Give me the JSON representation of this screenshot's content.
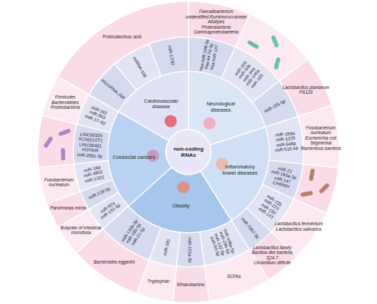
{
  "diagram": {
    "nodes": [
      {
        "text": [
          "non-coding RNAs"
        ]
      },
      {
        "text": [
          "Neurological diseases"
        ]
      },
      {
        "text": [
          "hsa-miR-186-3p",
          "hsa-let-7d-3p",
          "hsa-miR-107"
        ]
      },
      {
        "text": [
          "Faecalibacterium",
          "unidentified Ruminococcaceae",
          "Alistipes",
          "Proteobacteria",
          "Gammaproteobacteria"
        ]
      },
      {
        "text": [
          "miR-204",
          "miR-30b",
          "miR-34a",
          "miR-146a",
          "miR-155"
        ]
      },
      {
        "text": [
          "miR-155-5p"
        ]
      },
      {
        "text": [
          "Lactobacillus plantarum PS128"
        ]
      },
      {
        "text": [
          "Inflammatory bowel diseases"
        ]
      },
      {
        "text": [
          "miR-199a",
          "miR-1226",
          "miR-548a",
          "miR-515-5p"
        ]
      },
      {
        "text": [
          "Fusobacterium nucleatum",
          "Escherichia coli",
          "Segmental filamentous bacteria"
        ]
      },
      {
        "text": [
          "miR-21",
          "miR-193a-3p",
          "miR-147",
          "CARINH"
        ]
      },
      {
        "text": [
          "miR-155",
          "miR-223",
          "miR-150",
          "miR-143"
        ]
      },
      {
        "text": [
          "Lactobacillus fermentum",
          "Lactobacillus salivarius"
        ]
      },
      {
        "text": [
          "miR-7267-3p"
        ]
      },
      {
        "text": [
          "Lactobacillus family",
          "Bacillus-like bacteria S24-7",
          "Clostridium difficile"
        ]
      },
      {
        "text": [
          "Obesity"
        ]
      },
      {
        "text": [
          "miR-106a-5p",
          "miR-20b-5p",
          "miR-132-5p",
          "miR-93-5p"
        ]
      },
      {
        "text": [
          "SCFAs"
        ]
      },
      {
        "text": [
          "miR-101a-3p"
        ]
      },
      {
        "text": [
          "Ethanolamine"
        ]
      },
      {
        "text": [
          "miR-181"
        ]
      },
      {
        "text": [
          "Tryptophan"
        ]
      },
      {
        "text": [
          "miR-130b-3p",
          "miR-185-5p",
          "miR-21-5p"
        ]
      },
      {
        "text": [
          "Bacteroides eggerthi"
        ]
      },
      {
        "text": [
          "Colorectal cancers"
        ]
      },
      {
        "text": [
          "miR-92a",
          "miR-192-5p"
        ]
      },
      {
        "text": [
          "Butyrate of intestinal microflora"
        ]
      },
      {
        "text": [
          "miR-218-5p"
        ]
      },
      {
        "text": [
          "Parvimonas micra"
        ]
      },
      {
        "text": [
          "miR-18a",
          "miR-4802",
          "miR-1322"
        ]
      },
      {
        "text": [
          "Fusobacterium nucleatum"
        ]
      },
      {
        "text": [
          "LINC00355",
          "KCNQ1OT1",
          "LINC00491",
          "HOTAIR",
          "miR-200c-3p"
        ]
      },
      {
        "text": [
          "miR-182",
          "miR-503",
          "miR-17~92"
        ]
      },
      {
        "text": [
          "Firmicutes",
          "Bacteroidetes",
          "Proteobacteria"
        ]
      },
      {
        "text": [
          "Cardiovascular disease"
        ]
      },
      {
        "text": [
          "microRNA-204"
        ]
      },
      {
        "text": [
          "miRNA-10b"
        ]
      },
      {
        "text": [
          "Protocatechuic acid"
        ]
      },
      {
        "text": [
          "miR-17/92"
        ]
      }
    ]
  }
}
